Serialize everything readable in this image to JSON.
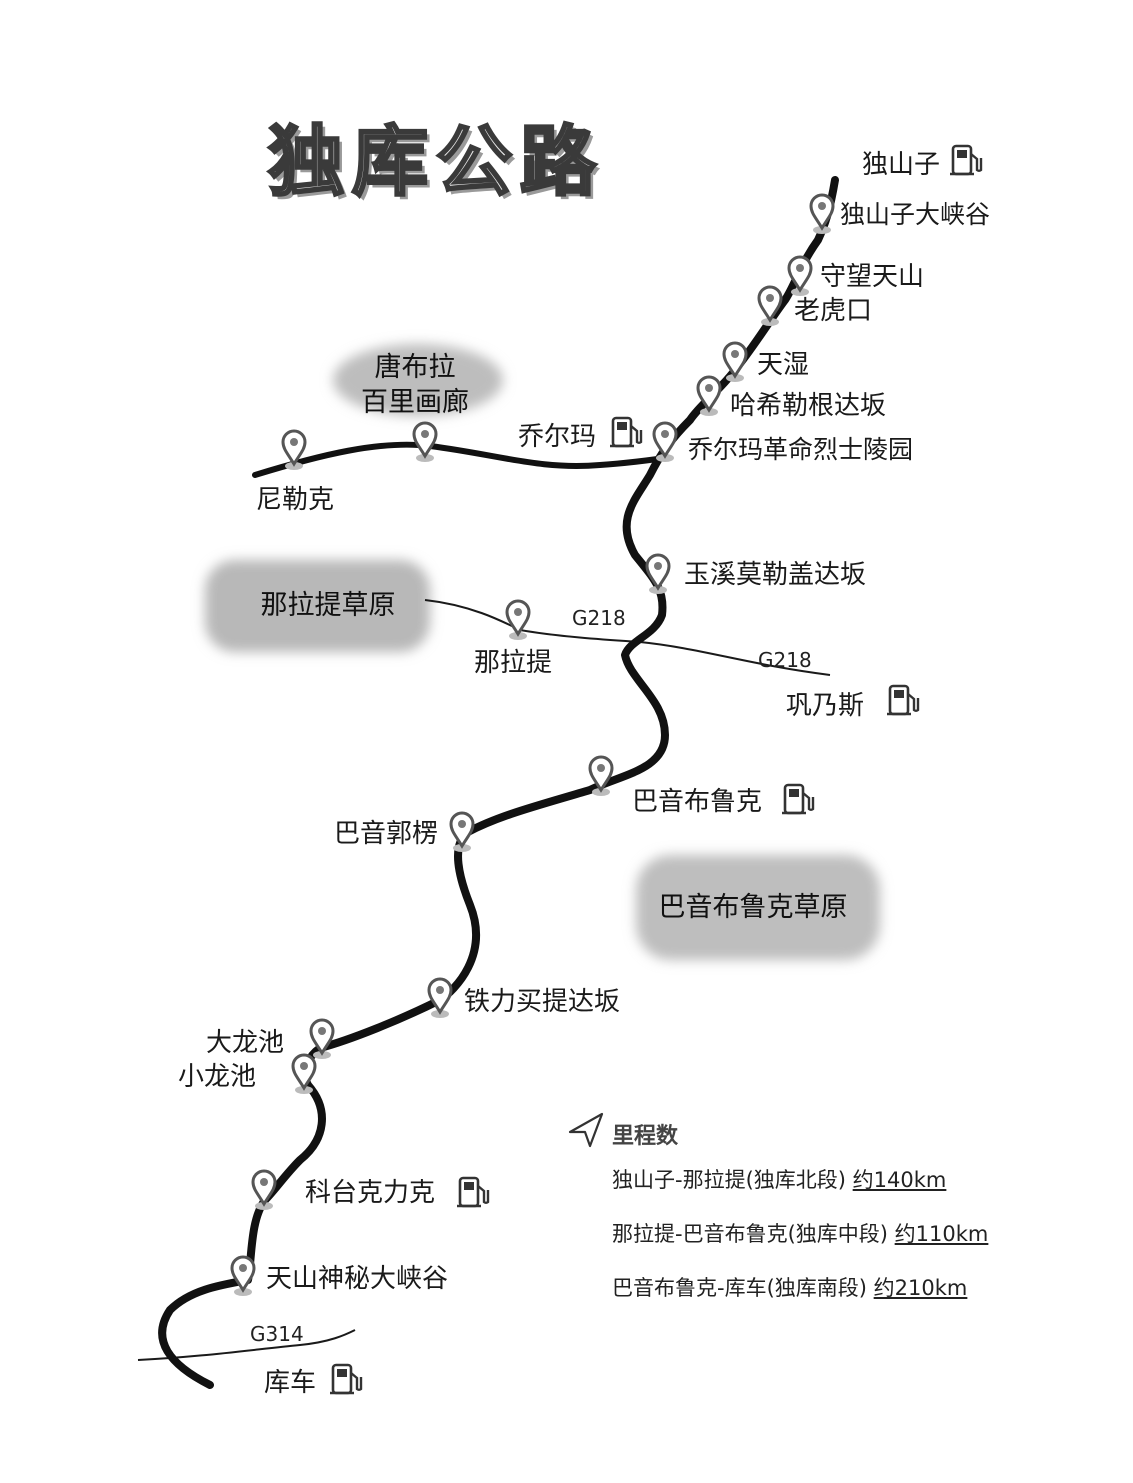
{
  "title": "独库公路",
  "stops": {
    "dushanzi": "独山子",
    "dushanzi_canyon": "独山子大峡谷",
    "shouwang_tianshan": "守望天山",
    "laohukou": "老虎口",
    "tianse": "天湿",
    "haxilegen": "哈希勒根达坂",
    "qiaoerma": "乔尔玛",
    "qiaoerma_cemetery": "乔尔玛革命烈士陵园",
    "nileke": "尼勒克",
    "yuximolegai": "玉溪莫勒盖达坂",
    "nalati": "那拉提",
    "gongnaisi": "巩乃斯",
    "bayinbuluke": "巴音布鲁克",
    "bayinguoleng": "巴音郭楞",
    "tielimaiti": "铁力买提达坂",
    "dalongchi": "大龙池",
    "xiaolongchi": "小龙池",
    "ketaikelike": "科台克力克",
    "tianshan_canyon": "天山神秘大峡谷",
    "kuche": "库车"
  },
  "regions": {
    "tangbula_line1": "唐布拉",
    "tangbula_line2": "百里画廊",
    "nalati_grassland": "那拉提草原",
    "bayinbuluke_grassland": "巴音布鲁克草原"
  },
  "roads": {
    "g218_a": "G218",
    "g218_b": "G218",
    "g314": "G314"
  },
  "legend": {
    "title": "里程数",
    "rows": [
      {
        "segment": "独山子-那拉提(独库北段)",
        "distance": "约140km"
      },
      {
        "segment": "那拉提-巴音布鲁克(独库中段)",
        "distance": "约110km"
      },
      {
        "segment": "巴音布鲁克-库车(独库南段)",
        "distance": "约210km"
      }
    ]
  },
  "colors": {
    "road": "#111111",
    "branch": "#1a1a1a",
    "cloud": "#bdbdbd",
    "pin": "#666666"
  },
  "icons": {
    "pin": "map-pin-icon",
    "gas": "gas-station-icon",
    "nav": "navigation-arrow-icon"
  }
}
